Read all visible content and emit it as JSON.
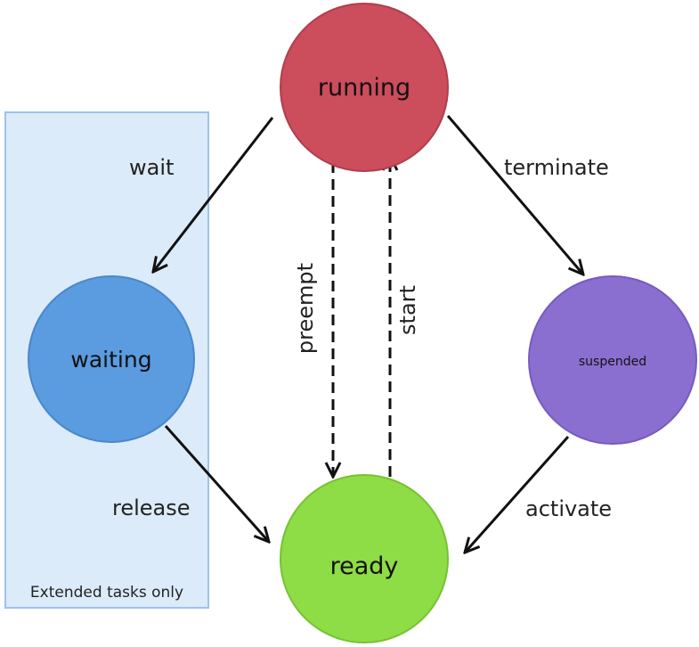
{
  "colors": {
    "running": "#CC4D5C",
    "waiting": "#5B9BE0",
    "suspended": "#8B6FD0",
    "ready": "#8EDC46",
    "panel_fill": "#DCEBF9",
    "panel_border": "#9CC4EC"
  },
  "states": {
    "running": "running",
    "waiting": "waiting",
    "suspended": "suspended",
    "ready": "ready"
  },
  "transitions": {
    "wait": "wait",
    "terminate": "terminate",
    "preempt": "preempt",
    "start": "start",
    "release": "release",
    "activate": "activate"
  },
  "panel": {
    "label": "Extended tasks only"
  }
}
